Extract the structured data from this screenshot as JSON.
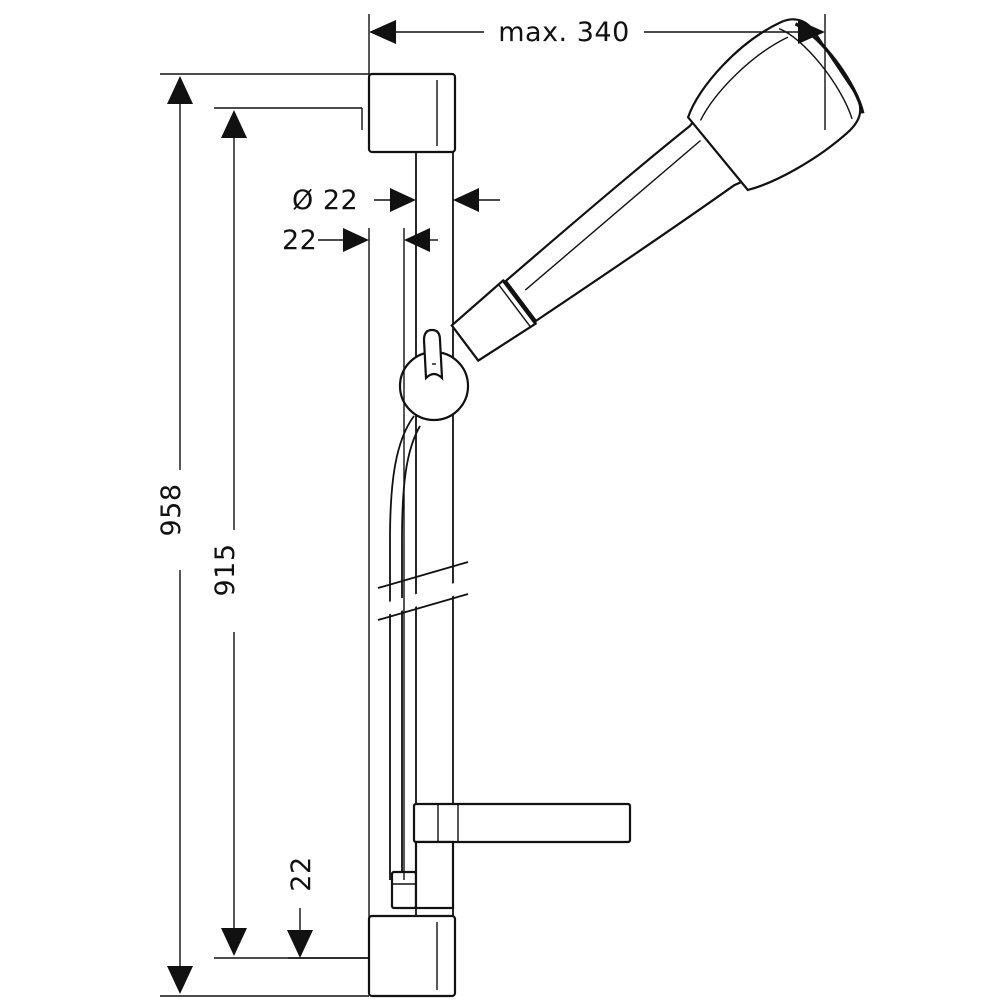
{
  "dimensions": {
    "max_width_label": "max. 340",
    "overall_height_label": "958",
    "rail_length_label": "915",
    "rail_diameter_label": "Ø 22",
    "rail_offset_label": "22",
    "bottom_offset_label": "22"
  },
  "colors": {
    "line": "#111111",
    "background": "#ffffff"
  }
}
